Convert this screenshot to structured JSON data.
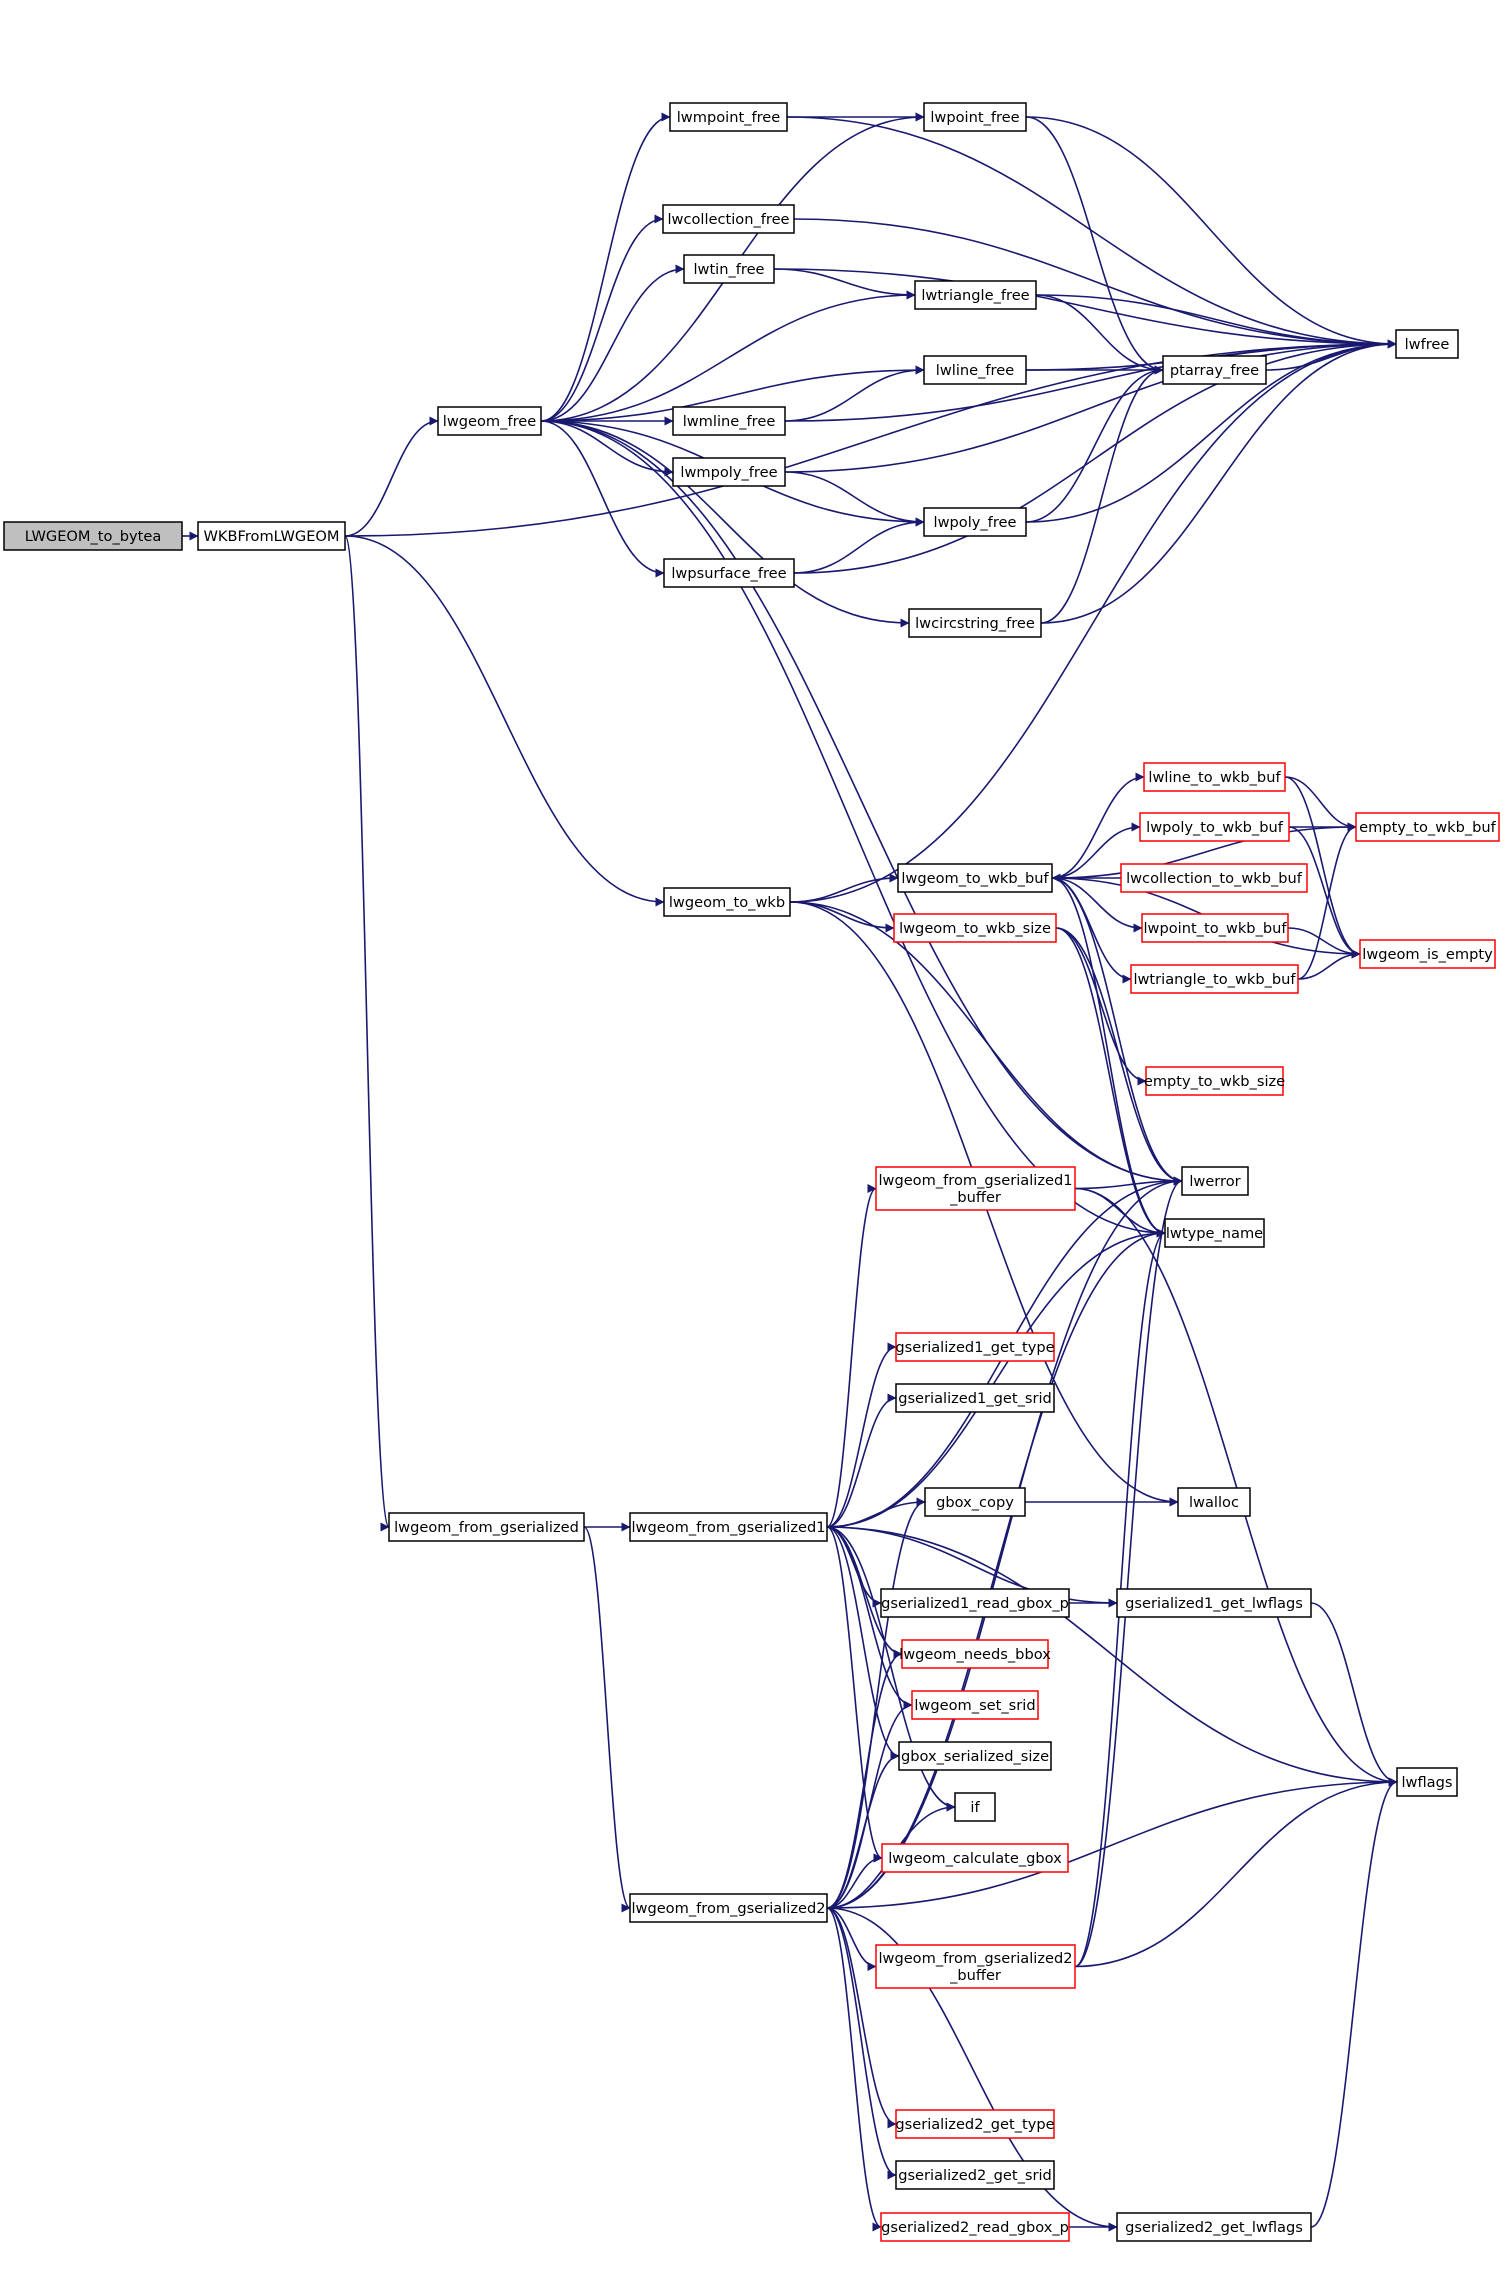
{
  "colors": {
    "edge": "#191970",
    "border_normal": "#000000",
    "border_truncated": "#ff0000",
    "fill_root": "#bfbfbf",
    "fill_normal": "#ffffff"
  },
  "nodes": [
    {
      "id": "root",
      "label": "LWGEOM_to_bytea",
      "style": "root"
    },
    {
      "id": "wkbf",
      "label": "WKBFromLWGEOM",
      "style": "normal"
    },
    {
      "id": "lgf",
      "label": "lwgeom_free",
      "style": "normal"
    },
    {
      "id": "lgtw",
      "label": "lwgeom_to_wkb",
      "style": "normal"
    },
    {
      "id": "lgfg",
      "label": "lwgeom_from_gserialized",
      "style": "normal"
    },
    {
      "id": "lmpf",
      "label": "lwmpoint_free",
      "style": "normal"
    },
    {
      "id": "lpf",
      "label": "lwpoint_free",
      "style": "normal"
    },
    {
      "id": "lcf",
      "label": "lwcollection_free",
      "style": "normal"
    },
    {
      "id": "ltinf",
      "label": "lwtin_free",
      "style": "normal"
    },
    {
      "id": "ltrf",
      "label": "lwtriangle_free",
      "style": "normal"
    },
    {
      "id": "llf",
      "label": "lwline_free",
      "style": "normal"
    },
    {
      "id": "ptf",
      "label": "ptarray_free",
      "style": "normal"
    },
    {
      "id": "lwfree",
      "label": "lwfree",
      "style": "normal"
    },
    {
      "id": "lmlf",
      "label": "lwmline_free",
      "style": "normal"
    },
    {
      "id": "lmpolf",
      "label": "lwmpoly_free",
      "style": "normal"
    },
    {
      "id": "lpolf",
      "label": "lwpoly_free",
      "style": "normal"
    },
    {
      "id": "lpsf",
      "label": "lwpsurface_free",
      "style": "normal"
    },
    {
      "id": "lcsf",
      "label": "lwcircstring_free",
      "style": "normal"
    },
    {
      "id": "lltwb",
      "label": "lwline_to_wkb_buf",
      "style": "truncated"
    },
    {
      "id": "lpoltwb",
      "label": "lwpoly_to_wkb_buf",
      "style": "truncated"
    },
    {
      "id": "etwb",
      "label": "empty_to_wkb_buf",
      "style": "truncated"
    },
    {
      "id": "lgtwb",
      "label": "lwgeom_to_wkb_buf",
      "style": "normal"
    },
    {
      "id": "lctwb",
      "label": "lwcollection_to_wkb_buf",
      "style": "truncated"
    },
    {
      "id": "lgtws",
      "label": "lwgeom_to_wkb_size",
      "style": "truncated"
    },
    {
      "id": "lptwb",
      "label": "lwpoint_to_wkb_buf",
      "style": "truncated"
    },
    {
      "id": "lgie",
      "label": "lwgeom_is_empty",
      "style": "truncated"
    },
    {
      "id": "ltrtwb",
      "label": "lwtriangle_to_wkb_buf",
      "style": "truncated"
    },
    {
      "id": "etws",
      "label": "empty_to_wkb_size",
      "style": "truncated"
    },
    {
      "id": "lgfg1b",
      "label": "lwgeom_from_gserialized1_buffer",
      "lines": [
        "lwgeom_from_gserialized1",
        "_buffer"
      ],
      "style": "truncated"
    },
    {
      "id": "lwerror",
      "label": "lwerror",
      "style": "normal"
    },
    {
      "id": "lwtn",
      "label": "lwtype_name",
      "style": "normal"
    },
    {
      "id": "gs1gt",
      "label": "gserialized1_get_type",
      "style": "truncated"
    },
    {
      "id": "gs1gs",
      "label": "gserialized1_get_srid",
      "style": "normal"
    },
    {
      "id": "lgfg1",
      "label": "lwgeom_from_gserialized1",
      "style": "normal"
    },
    {
      "id": "gbc",
      "label": "gbox_copy",
      "style": "normal"
    },
    {
      "id": "lwalloc",
      "label": "lwalloc",
      "style": "normal"
    },
    {
      "id": "gs1rgp",
      "label": "gserialized1_read_gbox_p",
      "style": "normal"
    },
    {
      "id": "gs1gl",
      "label": "gserialized1_get_lwflags",
      "style": "normal"
    },
    {
      "id": "lgnb",
      "label": "lwgeom_needs_bbox",
      "style": "truncated"
    },
    {
      "id": "lgss",
      "label": "lwgeom_set_srid",
      "style": "truncated"
    },
    {
      "id": "gbss",
      "label": "gbox_serialized_size",
      "style": "normal"
    },
    {
      "id": "lwflags",
      "label": "lwflags",
      "style": "normal"
    },
    {
      "id": "if",
      "label": "if",
      "style": "normal"
    },
    {
      "id": "lgcg",
      "label": "lwgeom_calculate_gbox",
      "style": "truncated"
    },
    {
      "id": "lgfg2",
      "label": "lwgeom_from_gserialized2",
      "style": "normal"
    },
    {
      "id": "lgfg2b",
      "label": "lwgeom_from_gserialized2_buffer",
      "lines": [
        "lwgeom_from_gserialized2",
        "_buffer"
      ],
      "style": "truncated"
    },
    {
      "id": "gs2gt",
      "label": "gserialized2_get_type",
      "style": "truncated"
    },
    {
      "id": "gs2gs",
      "label": "gserialized2_get_srid",
      "style": "normal"
    },
    {
      "id": "gs2rgp",
      "label": "gserialized2_read_gbox_p",
      "style": "truncated"
    },
    {
      "id": "gs2gl",
      "label": "gserialized2_get_lwflags",
      "style": "normal"
    }
  ],
  "edges": [
    [
      "root",
      "wkbf"
    ],
    [
      "wkbf",
      "lgf"
    ],
    [
      "wkbf",
      "lgtw"
    ],
    [
      "wkbf",
      "lgfg"
    ],
    [
      "wkbf",
      "lwfree"
    ],
    [
      "lgf",
      "lmpf"
    ],
    [
      "lgf",
      "lpf"
    ],
    [
      "lgf",
      "lcf"
    ],
    [
      "lgf",
      "ltinf"
    ],
    [
      "lgf",
      "ltrf"
    ],
    [
      "lgf",
      "llf"
    ],
    [
      "lgf",
      "lmlf"
    ],
    [
      "lgf",
      "lmpolf"
    ],
    [
      "lgf",
      "lpolf"
    ],
    [
      "lgf",
      "lpsf"
    ],
    [
      "lgf",
      "lcsf"
    ],
    [
      "lgf",
      "lwerror"
    ],
    [
      "lgf",
      "lwtn"
    ],
    [
      "lmpf",
      "lpf"
    ],
    [
      "lmpf",
      "lwfree"
    ],
    [
      "lpf",
      "ptf"
    ],
    [
      "lpf",
      "lwfree"
    ],
    [
      "lcf",
      "lwfree"
    ],
    [
      "ltinf",
      "ltrf"
    ],
    [
      "ltinf",
      "lwfree"
    ],
    [
      "ltrf",
      "ptf"
    ],
    [
      "ltrf",
      "lwfree"
    ],
    [
      "llf",
      "ptf"
    ],
    [
      "llf",
      "lwfree"
    ],
    [
      "ptf",
      "lwfree"
    ],
    [
      "lmlf",
      "llf"
    ],
    [
      "lmlf",
      "lwfree"
    ],
    [
      "lmpolf",
      "lpolf"
    ],
    [
      "lmpolf",
      "lwfree"
    ],
    [
      "lpolf",
      "ptf"
    ],
    [
      "lpolf",
      "lwfree"
    ],
    [
      "lpsf",
      "lpolf"
    ],
    [
      "lpsf",
      "lwfree"
    ],
    [
      "lcsf",
      "ptf"
    ],
    [
      "lcsf",
      "lwfree"
    ],
    [
      "lgtw",
      "lgtwb"
    ],
    [
      "lgtw",
      "lgtws"
    ],
    [
      "lgtw",
      "lwfree"
    ],
    [
      "lgtw",
      "lwerror"
    ],
    [
      "lgtw",
      "lwalloc"
    ],
    [
      "lgtwb",
      "lltwb"
    ],
    [
      "lgtwb",
      "lpoltwb"
    ],
    [
      "lgtwb",
      "lptwb"
    ],
    [
      "lgtwb",
      "ltrtwb"
    ],
    [
      "lgtwb",
      "etwb"
    ],
    [
      "lgtwb",
      "lgie"
    ],
    [
      "lgtwb",
      "lwerror"
    ],
    [
      "lgtwb",
      "lwtn"
    ],
    [
      "lctwb",
      "lgtwb"
    ],
    [
      "lltwb",
      "etwb"
    ],
    [
      "lltwb",
      "lgie"
    ],
    [
      "lpoltwb",
      "etwb"
    ],
    [
      "lpoltwb",
      "lgie"
    ],
    [
      "lptwb",
      "lgie"
    ],
    [
      "ltrtwb",
      "etwb"
    ],
    [
      "ltrtwb",
      "lgie"
    ],
    [
      "lgtws",
      "etws"
    ],
    [
      "lgtws",
      "lwerror"
    ],
    [
      "lgtws",
      "lwtn"
    ],
    [
      "lgfg",
      "lgfg1"
    ],
    [
      "lgfg",
      "lgfg2"
    ],
    [
      "lgfg1",
      "lgfg1b"
    ],
    [
      "lgfg1",
      "lwtn"
    ],
    [
      "lgfg1",
      "gs1gt"
    ],
    [
      "lgfg1",
      "gs1gs"
    ],
    [
      "lgfg1",
      "gbc"
    ],
    [
      "lgfg1",
      "gs1rgp"
    ],
    [
      "lgfg1",
      "gs1gl"
    ],
    [
      "lgfg1",
      "lgnb"
    ],
    [
      "lgfg1",
      "lgss"
    ],
    [
      "lgfg1",
      "gbss"
    ],
    [
      "lgfg1",
      "if"
    ],
    [
      "lgfg1",
      "lgcg"
    ],
    [
      "lgfg1",
      "lwflags"
    ],
    [
      "lgfg1",
      "lwerror"
    ],
    [
      "lgfg1b",
      "lwerror"
    ],
    [
      "lgfg1b",
      "lwtn"
    ],
    [
      "lgfg1b",
      "lwflags"
    ],
    [
      "gbc",
      "lwalloc"
    ],
    [
      "gs1rgp",
      "gs1gl"
    ],
    [
      "gs1gl",
      "lwflags"
    ],
    [
      "lgfg2",
      "lgfg2b"
    ],
    [
      "lgfg2",
      "gs2gt"
    ],
    [
      "lgfg2",
      "gs2gs"
    ],
    [
      "lgfg2",
      "gs2rgp"
    ],
    [
      "lgfg2",
      "gs2gl"
    ],
    [
      "lgfg2",
      "gbc"
    ],
    [
      "lgfg2",
      "lgnb"
    ],
    [
      "lgfg2",
      "lgss"
    ],
    [
      "lgfg2",
      "gbss"
    ],
    [
      "lgfg2",
      "if"
    ],
    [
      "lgfg2",
      "lgcg"
    ],
    [
      "lgfg2",
      "lwtn"
    ],
    [
      "lgfg2",
      "lwerror"
    ],
    [
      "lgfg2",
      "lwflags"
    ],
    [
      "lgfg2b",
      "lwerror"
    ],
    [
      "lgfg2b",
      "lwtn"
    ],
    [
      "lgfg2b",
      "lwflags"
    ],
    [
      "gs2rgp",
      "gs2gl"
    ],
    [
      "gs2gl",
      "lwflags"
    ]
  ]
}
